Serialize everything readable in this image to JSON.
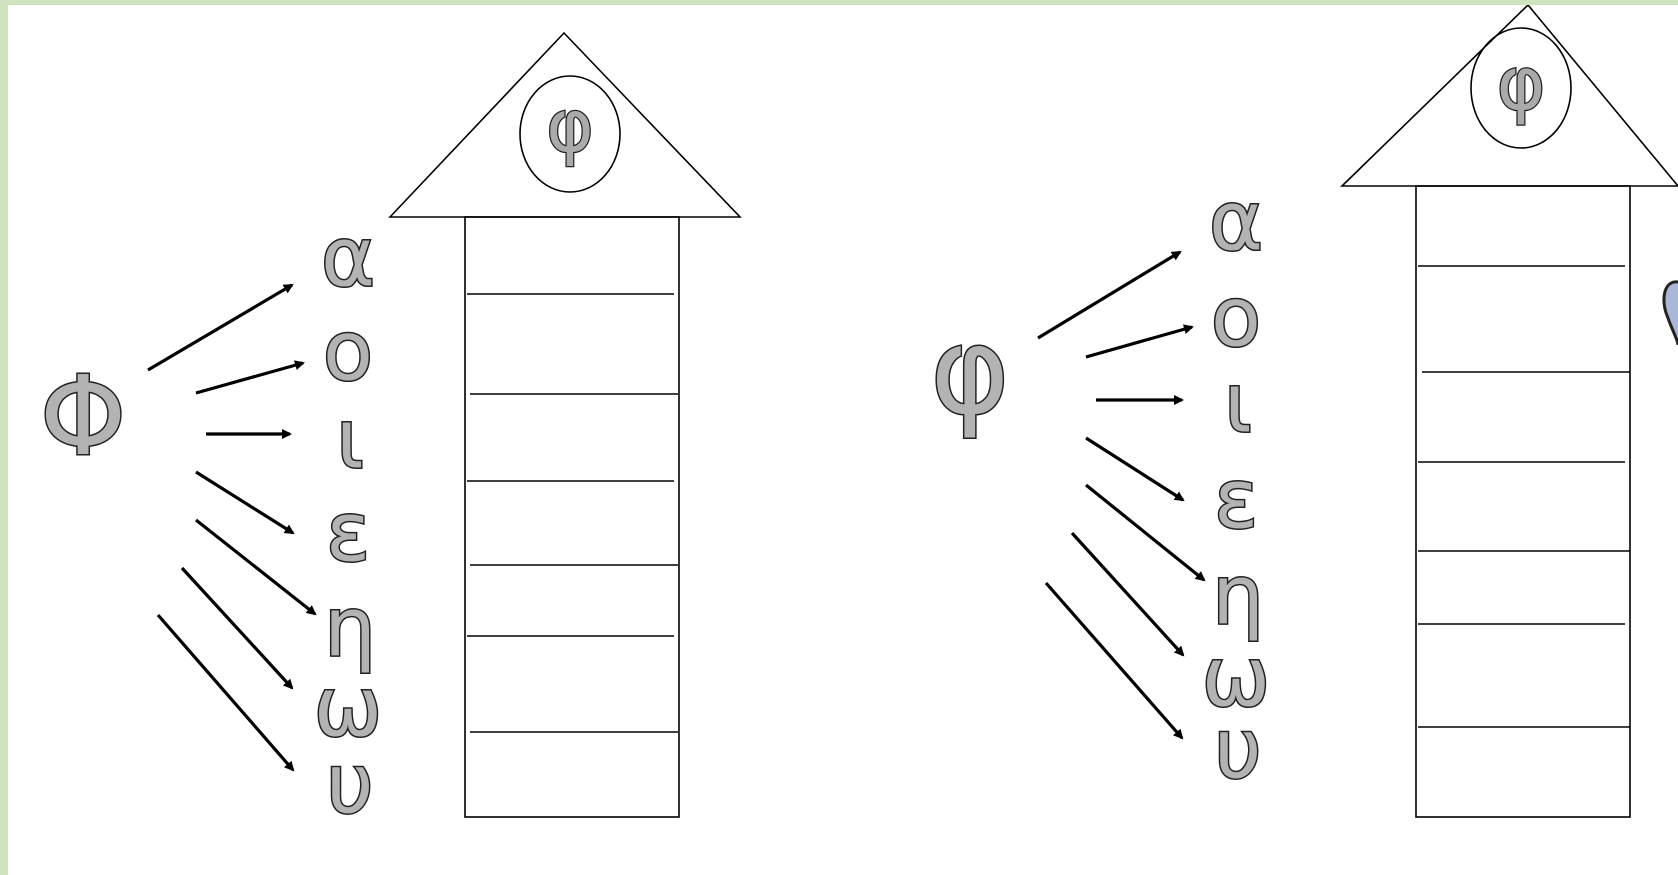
{
  "worksheets": [
    {
      "consonant": "Φ",
      "roof_letter": "φ",
      "vowels": [
        "α",
        "ο",
        "ι",
        "ε",
        "η",
        "ω",
        "υ"
      ]
    },
    {
      "consonant": "φ",
      "roof_letter": "φ",
      "vowels": [
        "α",
        "ο",
        "ι",
        "ε",
        "η",
        "ω",
        "υ"
      ]
    }
  ],
  "colors": {
    "frame": "#cfe3bf",
    "letter_fill": "#b3b3b3",
    "ink": "#000000"
  }
}
